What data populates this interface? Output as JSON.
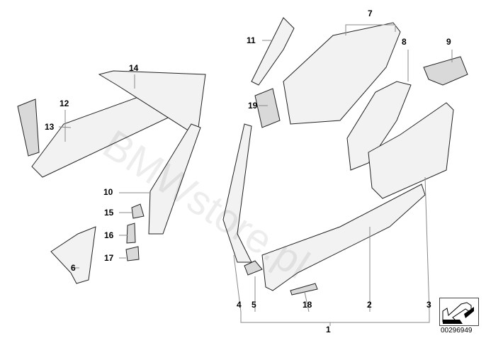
{
  "diagram": {
    "watermark": "BMWstore.pl",
    "part_number": "00296949",
    "labels": {
      "l1": "1",
      "l2": "2",
      "l3": "3",
      "l4": "4",
      "l5": "5",
      "l6": "6",
      "l7": "7",
      "l8": "8",
      "l9": "9",
      "l10": "10",
      "l11": "11",
      "l12": "12",
      "l13": "13",
      "l14": "14",
      "l15": "15",
      "l16": "16",
      "l17": "17",
      "l18": "18",
      "l19": "19"
    },
    "icons": [
      "direction-arrow-icon"
    ]
  }
}
